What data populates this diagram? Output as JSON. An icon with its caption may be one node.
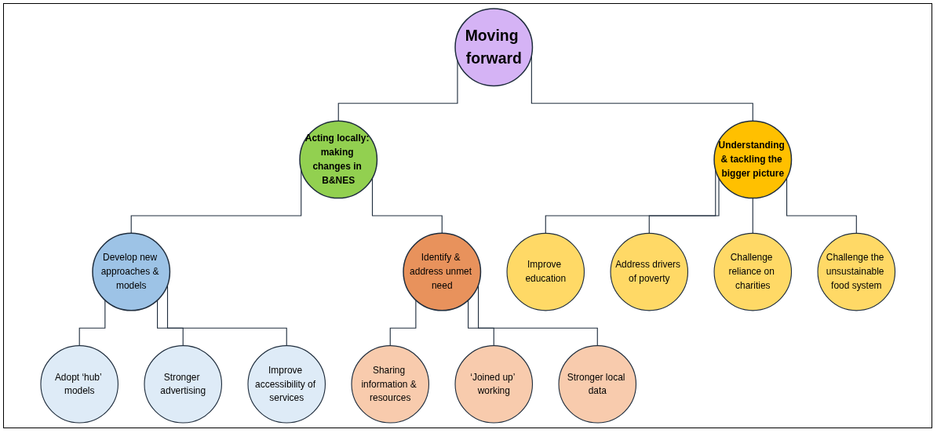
{
  "diagram": {
    "nodes": [
      {
        "text": [
          "Moving forward"
        ]
      },
      {
        "text": [
          "Acting locally: making changes in B&NES"
        ]
      },
      {
        "text": [
          "Develop new approaches & models"
        ]
      },
      {
        "text": [
          "Adopt ‘hub’ models"
        ]
      },
      {
        "text": [
          "Stronger advertising"
        ]
      },
      {
        "text": [
          "Improve accessibility of services"
        ]
      },
      {
        "text": [
          "Identify & address unmet need"
        ]
      },
      {
        "text": [
          "Sharing information & resources"
        ]
      },
      {
        "text": [
          "‘Joined up’ working"
        ]
      },
      {
        "text": [
          "Stronger local data"
        ]
      },
      {
        "text": [
          "Understanding & tackling the bigger picture"
        ]
      },
      {
        "text": [
          "Improve education"
        ]
      },
      {
        "text": [
          "Address drivers of poverty"
        ]
      },
      {
        "text": [
          "Challenge reliance on charities"
        ]
      },
      {
        "text": [
          "Challenge the unsustainable food system"
        ]
      }
    ],
    "edges": [
      {
        "from": 0,
        "to": 1,
        "arrow": "none"
      },
      {
        "from": 1,
        "to": 2,
        "arrow": "none"
      },
      {
        "from": 2,
        "to": 3,
        "arrow": "none"
      },
      {
        "from": 2,
        "to": 4,
        "arrow": "none"
      },
      {
        "from": 2,
        "to": 5,
        "arrow": "none"
      },
      {
        "from": 1,
        "to": 6,
        "arrow": "none"
      },
      {
        "from": 6,
        "to": 7,
        "arrow": "none"
      },
      {
        "from": 6,
        "to": 8,
        "arrow": "none"
      },
      {
        "from": 6,
        "to": 9,
        "arrow": "none"
      },
      {
        "from": 0,
        "to": 10,
        "arrow": "none"
      },
      {
        "from": 10,
        "to": 11,
        "arrow": "none"
      },
      {
        "from": 10,
        "to": 12,
        "arrow": "none"
      },
      {
        "from": 10,
        "to": 13,
        "arrow": "none"
      },
      {
        "from": 10,
        "to": 14,
        "arrow": "none"
      }
    ]
  }
}
